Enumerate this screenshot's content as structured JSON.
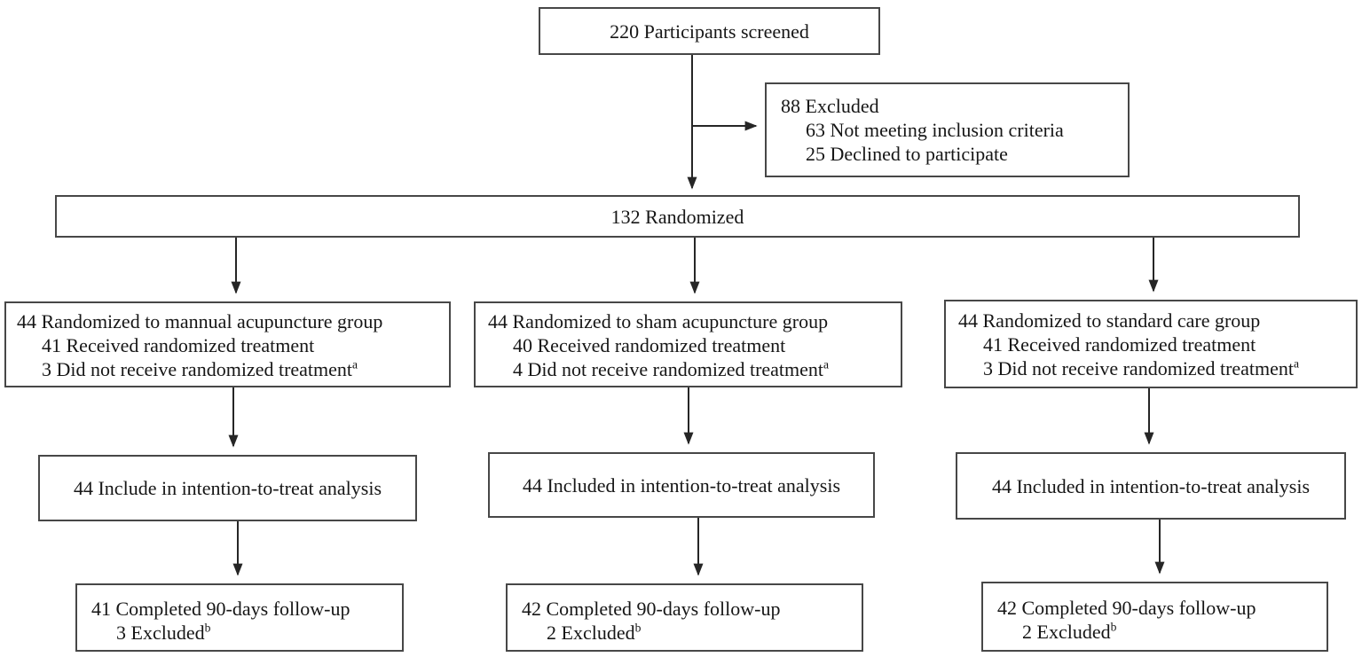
{
  "figure": {
    "type": "consort-participant-flow-diagram",
    "background_color": "#ffffff",
    "box_border_color": "#474747",
    "arrow_color": "#262626",
    "text_color": "#161616"
  },
  "screened": {
    "text": "220 Participants screened"
  },
  "excluded": {
    "line1": "88 Excluded",
    "line2": "63 Not meeting inclusion criteria",
    "line3": "25 Declined to participate"
  },
  "randomized": {
    "text": "132 Randomized"
  },
  "groups": {
    "manual": {
      "line1": "44 Randomized to mannual acupuncture group",
      "line2": "41 Received randomized treatment",
      "line3": "3 Did not receive randomized treatment",
      "line3_sup": "a"
    },
    "sham": {
      "line1": "44 Randomized to sham acupuncture group",
      "line2": "40 Received randomized treatment",
      "line3": "4 Did not receive randomized treatment",
      "line3_sup": "a"
    },
    "standard": {
      "line1": "44 Randomized to standard care group",
      "line2": "41 Received randomized treatment",
      "line3": "3 Did not receive randomized treatment",
      "line3_sup": "a"
    }
  },
  "itt": {
    "manual": {
      "text": "44 Include in intention-to-treat analysis"
    },
    "sham": {
      "text": "44 Included in intention-to-treat analysis"
    },
    "standard": {
      "text": "44 Included in intention-to-treat analysis"
    }
  },
  "followup": {
    "manual": {
      "line1": "41 Completed 90-days follow-up",
      "line2": "3 Excluded",
      "line2_sup": "b"
    },
    "sham": {
      "line1": "42 Completed 90-days follow-up",
      "line2": "2 Excluded",
      "line2_sup": "b"
    },
    "standard": {
      "line1": "42 Completed 90-days follow-up",
      "line2": "2 Excluded",
      "line2_sup": "b"
    }
  }
}
